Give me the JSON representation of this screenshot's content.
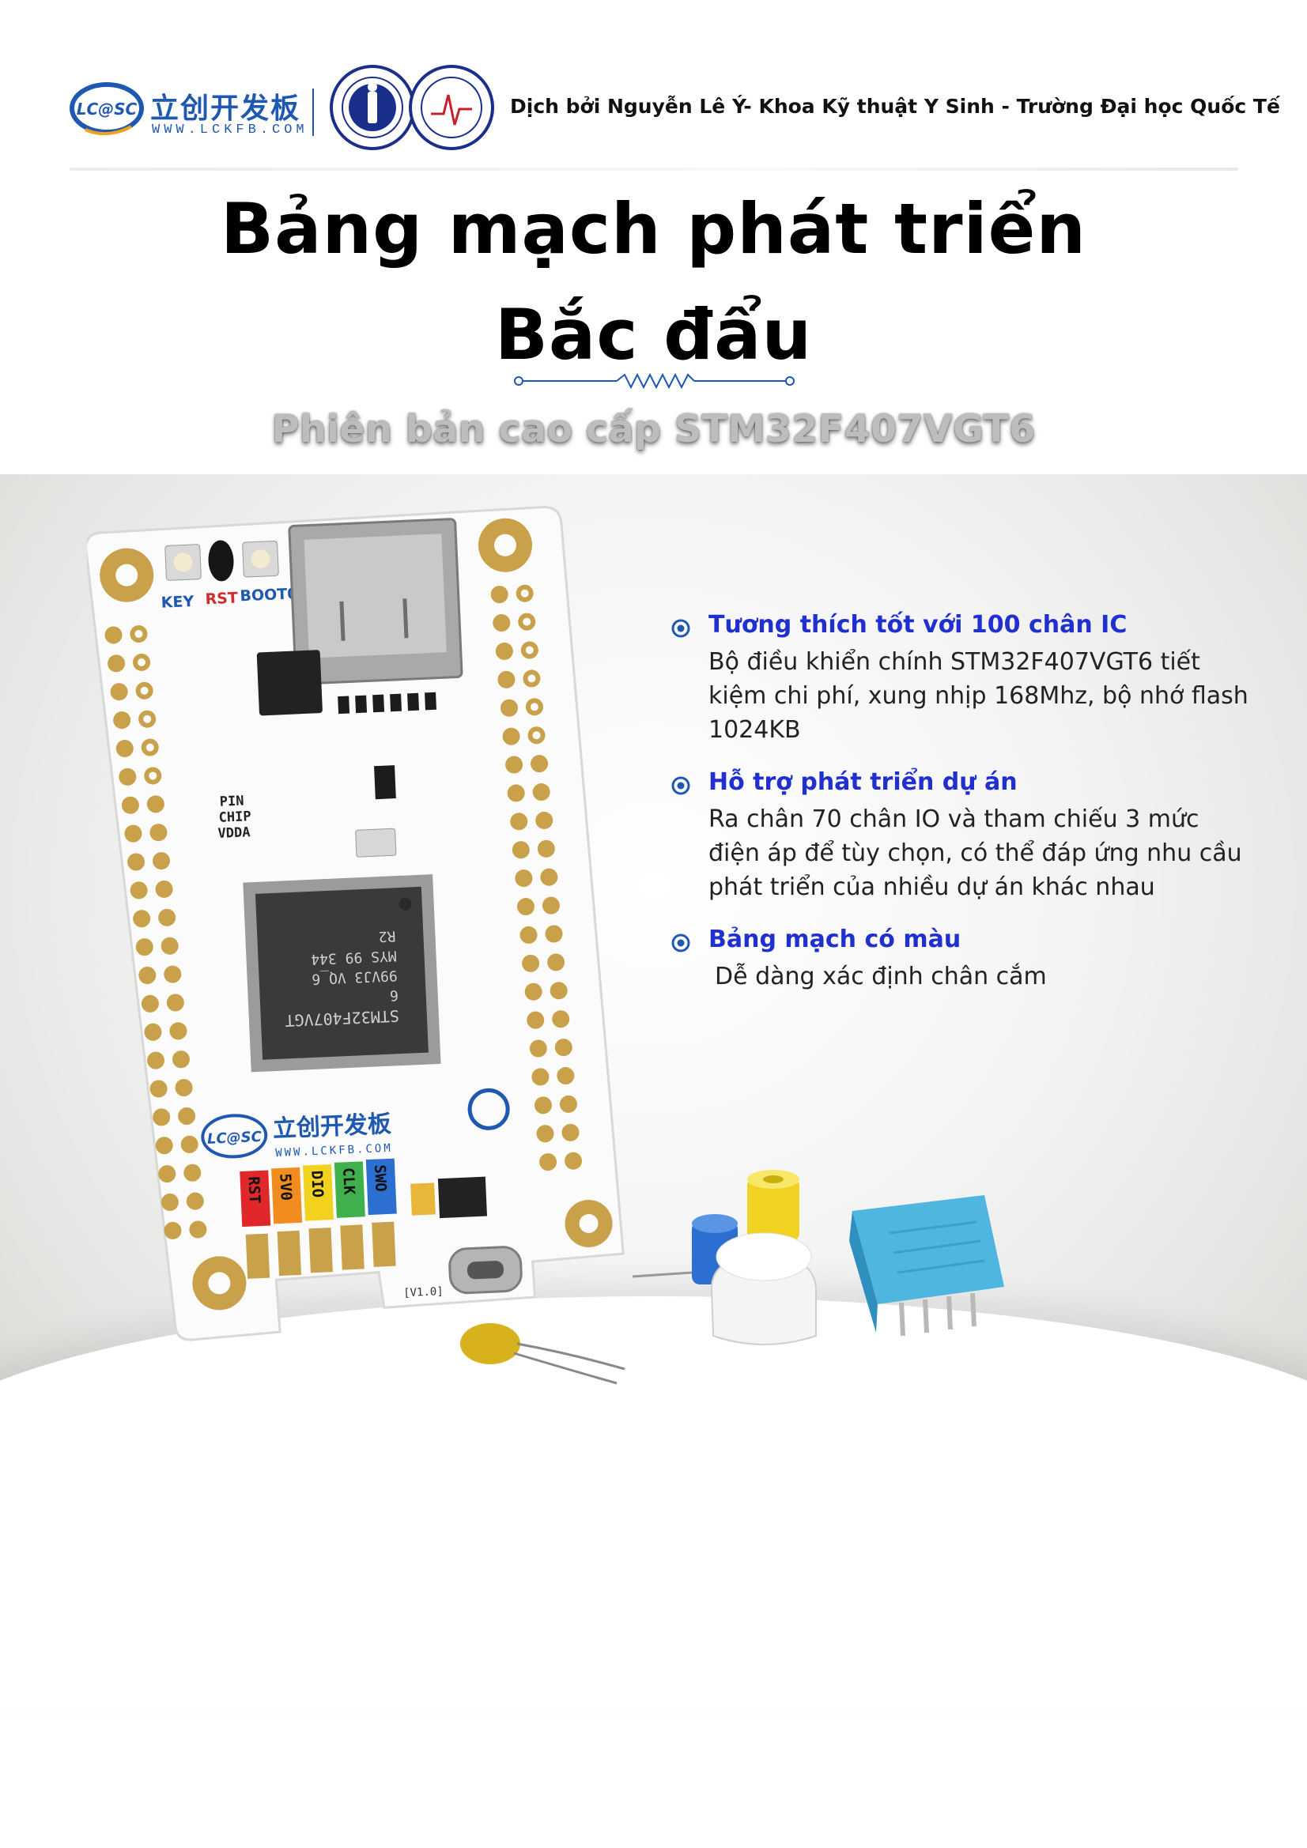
{
  "header": {
    "logo_text": "LC@SC",
    "brand_cn": "立创开发板",
    "brand_url": "WWW.LCKFB.COM",
    "credit": "Dịch bởi Nguyễn Lê Ý- Khoa Kỹ thuật Y Sinh - Trường Đại học Quốc Tế"
  },
  "title": {
    "line1": "Bảng mạch phát triển",
    "line2": "Bắc đẩu",
    "subtitle": "Phiên bản cao cấp STM32F407VGT6"
  },
  "features": [
    {
      "title": "Tương thích tốt với 100 chân IC",
      "body": "Bộ điều khiển chính STM32F407VGT6 tiết kiệm chi phí, xung nhịp 168Mhz, bộ nhớ flash 1024KB"
    },
    {
      "title": "Hỗ trợ phát triển dự án",
      "body": "Ra chân 70 chân IO và tham chiếu 3 mức điện áp để tùy chọn, có thể đáp ứng nhu cầu phát triển của nhiều dự án khác nhau"
    },
    {
      "title": "Bảng mạch có màu",
      "body": "Dễ dàng xác định chân cắm"
    }
  ],
  "board": {
    "labels": [
      "KEY",
      "RST",
      "BOOT0"
    ],
    "side_labels": [
      "PIN",
      "CHIP",
      "VDDA"
    ],
    "chip_text": [
      "STM32F407VGT",
      "6",
      "99VJ3 VQ_6",
      "MYS 99 344",
      "R2"
    ],
    "logo_text": "LC@SC",
    "brand_cn": "立创开发板",
    "brand_url": "WWW.LCKFB.COM",
    "pin_labels": [
      "RST",
      "5V0",
      "DIO",
      "CLK",
      "SWO"
    ],
    "pin_colors": [
      "#e0282b",
      "#f28c1f",
      "#f2d21f",
      "#3fb04b",
      "#2d6fd1"
    ],
    "version": "[V1.0]"
  },
  "colors": {
    "brand_blue": "#1f58b0",
    "feature_title": "#1f2fd0",
    "gold_pad": "#c9a14a"
  }
}
